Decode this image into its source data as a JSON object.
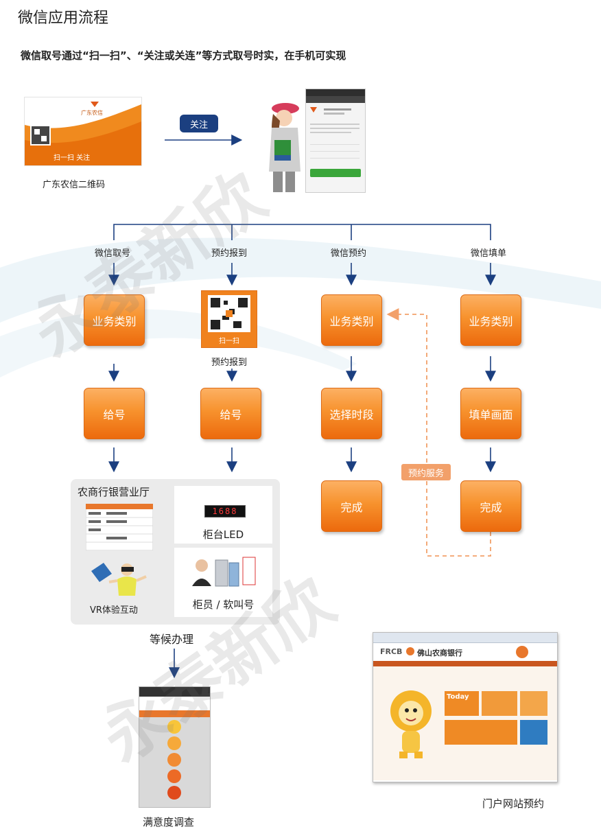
{
  "title": "微信应用流程",
  "subtitle": "微信取号通过“扫一扫”、“关注或关连”等方式取号时实，在手机可实现",
  "qr_card": {
    "caption": "广东农信二维码",
    "card_scan_text": "扫一扫 关注",
    "card_logo_text": "广东农信"
  },
  "follow_label": "关注",
  "branches": [
    "微信取号",
    "预约报到",
    "微信预约",
    "微信填单"
  ],
  "col1": {
    "box1": "业务类别",
    "box2": "给号"
  },
  "col2": {
    "qr_text": "扫一扫",
    "qr_caption": "预约报到",
    "box2": "给号"
  },
  "col3": {
    "box1": "业务类别",
    "box2": "选择时段",
    "box3": "完成"
  },
  "col4": {
    "box1": "业务类别",
    "box2": "填单画面",
    "box3": "完成"
  },
  "service_tag": "预约服务",
  "hall": {
    "title": "农商行银营业厅",
    "led_digits": "1688",
    "led_label": "柜台LED",
    "vr_label": "VR体验互动",
    "teller_label": "柜员 / 软叫号"
  },
  "wait_label": "等候办理",
  "survey_label": "满意度调查",
  "portal": {
    "caption": "门户网站预约",
    "bank_code": "FRCB",
    "bank_name": "佛山农商银行",
    "today": "Today"
  },
  "watermark": "永泰新欣",
  "colors": {
    "orange": "#f7922d",
    "navy": "#1b3f80",
    "line": "#1b3f80",
    "dashed": "#f2a06a"
  }
}
